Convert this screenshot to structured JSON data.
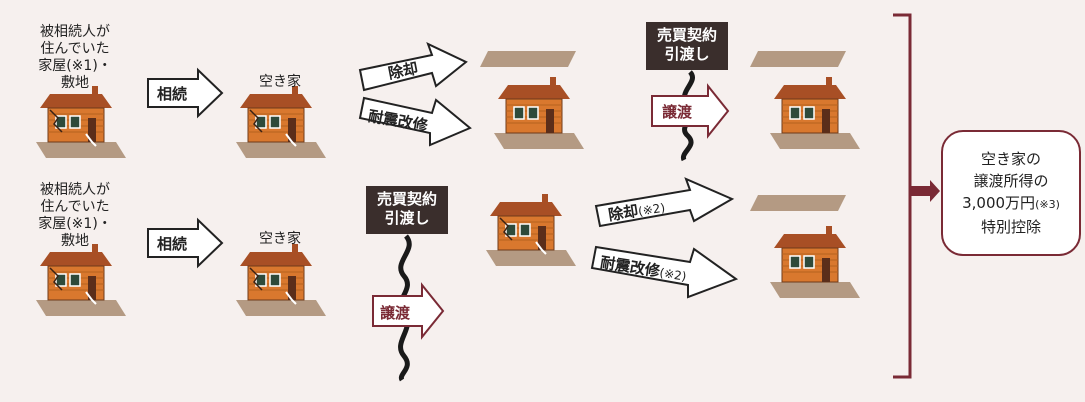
{
  "row1": {
    "source_label": "被相続人が\n住んでいた\n家屋(※1)・\n敷地",
    "inherit_label": "相続",
    "vacant_label": "空き家",
    "demolish_label": "除却",
    "retrofit_label": "耐震改修",
    "contract_label": "売買契約\n引渡し",
    "transfer_label": "譲渡"
  },
  "row2": {
    "source_label": "被相続人が\n住んでいた\n家屋(※1)・\n敷地",
    "inherit_label": "相続",
    "vacant_label": "空き家",
    "contract_label": "売買契約\n引渡し",
    "transfer_label": "譲渡",
    "demolish_label": "除却",
    "demolish_note": "(※2)",
    "retrofit_label": "耐震改修",
    "retrofit_note": "(※2)"
  },
  "result": {
    "line1": "空き家の",
    "line2": "譲渡所得の",
    "line3": "3,000万円",
    "line3_note": "(※3)",
    "line4": "特別控除"
  },
  "colors": {
    "accent": "#7a2a35",
    "dark_box": "#3a2e2c",
    "house_wall": "#d9782e",
    "roof": "#a84f25",
    "ground": "#b49a83"
  }
}
